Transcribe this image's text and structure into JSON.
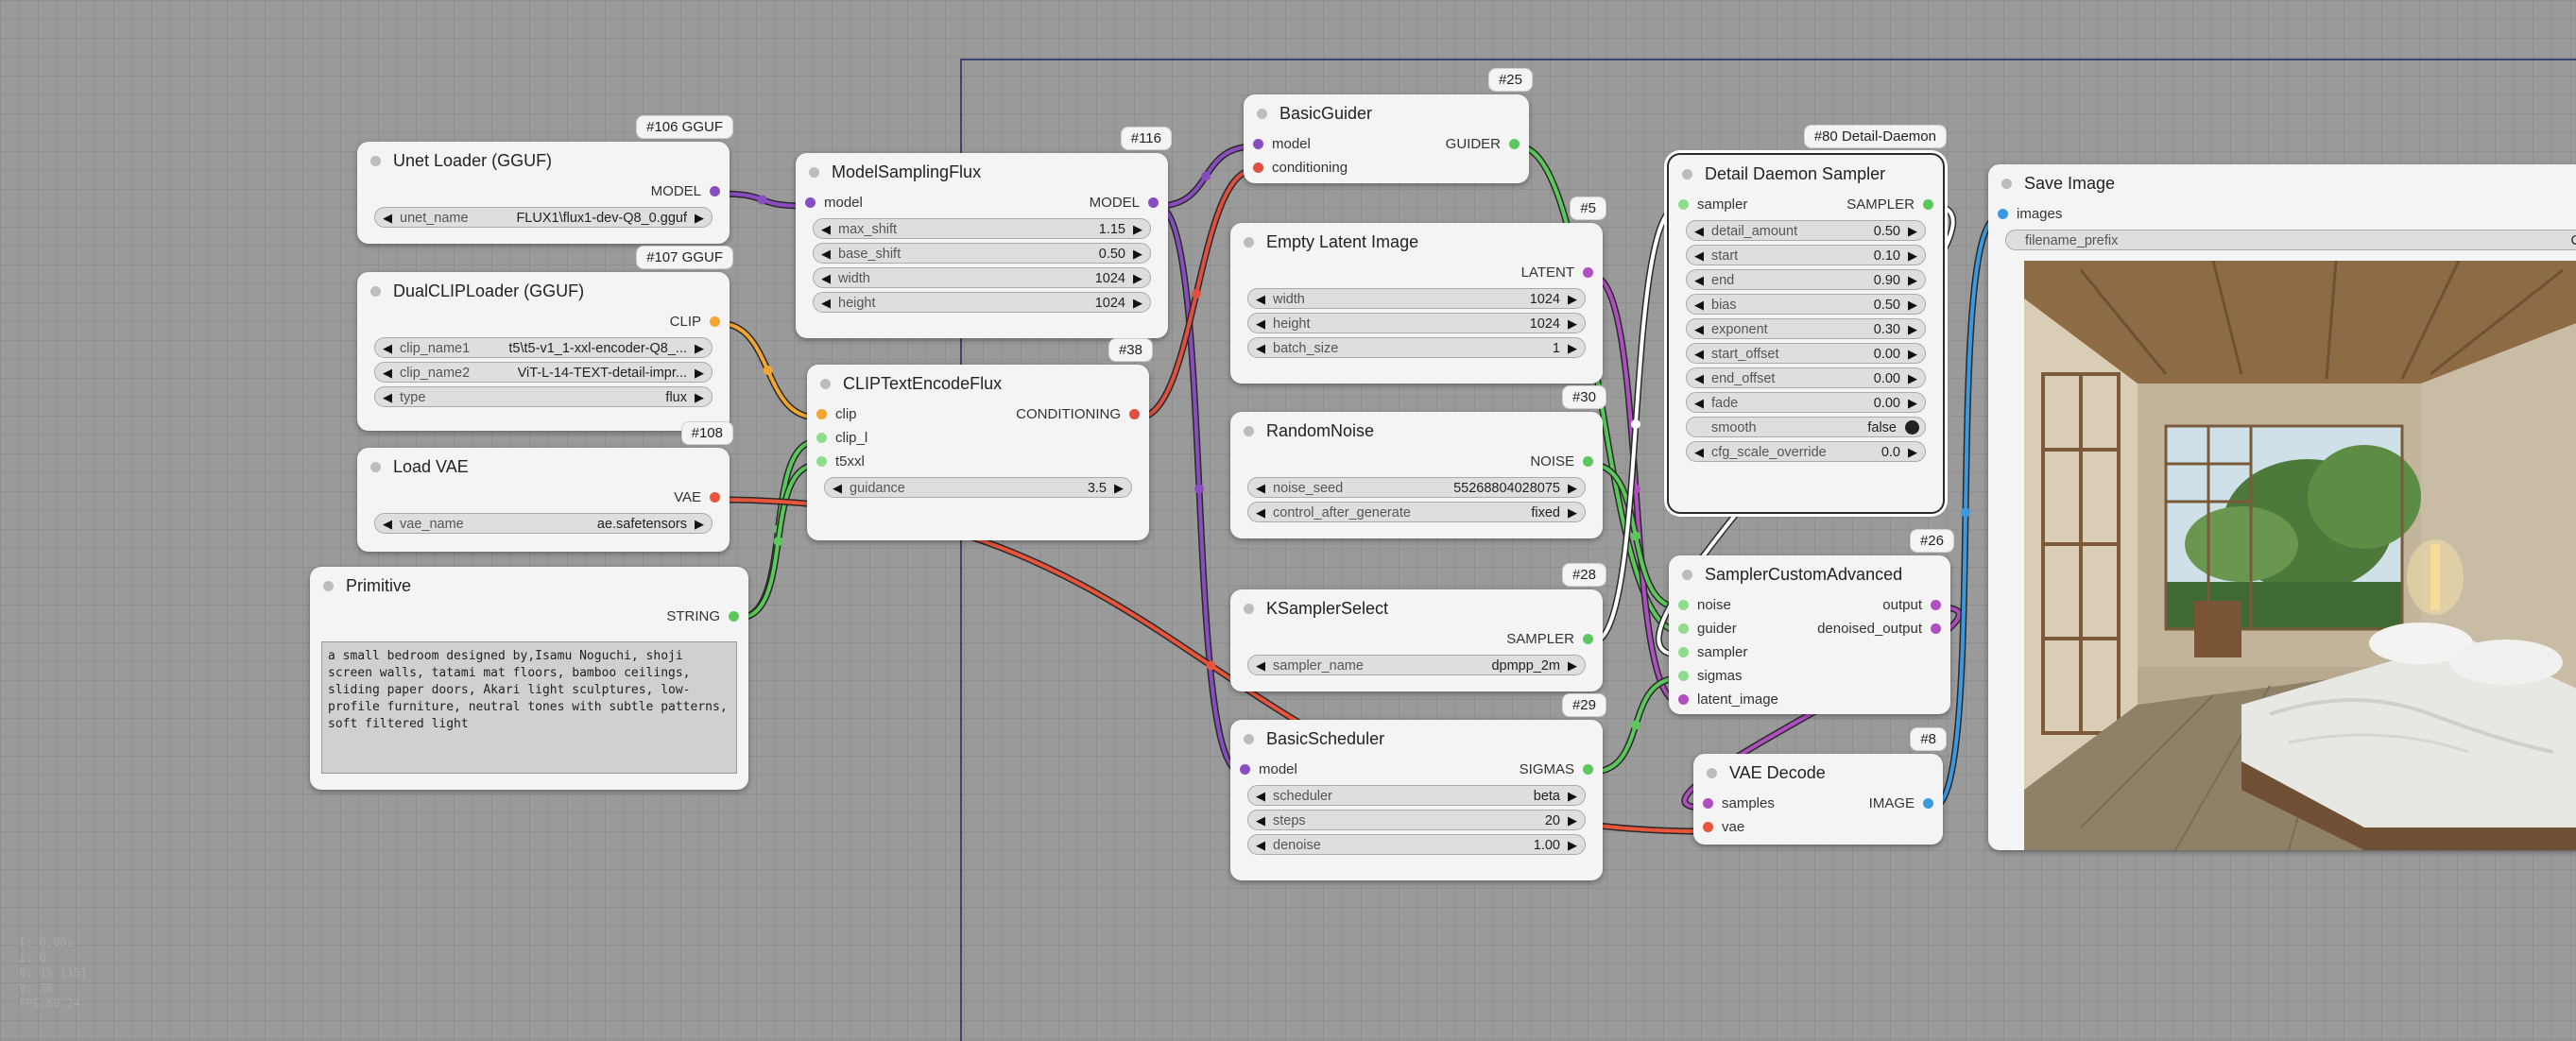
{
  "colors": {
    "model": "#8a4dbf",
    "clip": "#f2a530",
    "vae": "#e8553a",
    "conditioning": "#e05040",
    "string": "#5ac85a",
    "latent": "#b04fc0",
    "guider": "#5ac85a",
    "noise": "#5ac85a",
    "sampler": "#5ac85a",
    "sigmas": "#5ac85a",
    "image": "#3a9ae0",
    "wire_white": "#ffffff"
  },
  "nodes": {
    "unet": {
      "badge": "#106 GGUF",
      "title": "Unet Loader (GGUF)",
      "out": "MODEL",
      "w_unet_label": "unet_name",
      "w_unet_value": "FLUX1\\flux1-dev-Q8_0.gguf"
    },
    "dualclip": {
      "badge": "#107 GGUF",
      "title": "DualCLIPLoader (GGUF)",
      "out": "CLIP",
      "w1_label": "clip_name1",
      "w1_value": "t5\\t5-v1_1-xxl-encoder-Q8_...",
      "w2_label": "clip_name2",
      "w2_value": "ViT-L-14-TEXT-detail-impr...",
      "w3_label": "type",
      "w3_value": "flux"
    },
    "loadvae": {
      "badge": "#108",
      "title": "Load VAE",
      "out": "VAE",
      "w_label": "vae_name",
      "w_value": "ae.safetensors"
    },
    "primitive": {
      "title": "Primitive",
      "out": "STRING",
      "text": "a small bedroom designed by,Isamu Noguchi, shoji screen walls, tatami mat floors, bamboo ceilings, sliding paper doors, Akari light sculptures, low-profile furniture, neutral tones with subtle patterns, soft filtered light"
    },
    "msf": {
      "badge": "#116",
      "title": "ModelSamplingFlux",
      "in_model": "model",
      "out": "MODEL",
      "w1_label": "max_shift",
      "w1_value": "1.15",
      "w2_label": "base_shift",
      "w2_value": "0.50",
      "w3_label": "width",
      "w3_value": "1024",
      "w4_label": "height",
      "w4_value": "1024"
    },
    "clipenc": {
      "badge": "#38",
      "title": "CLIPTextEncodeFlux",
      "in_clip": "clip",
      "in_clipl": "clip_l",
      "in_t5": "t5xxl",
      "out": "CONDITIONING",
      "w_label": "guidance",
      "w_value": "3.5"
    },
    "guider": {
      "badge": "#25",
      "title": "BasicGuider",
      "in_model": "model",
      "in_cond": "conditioning",
      "out": "GUIDER"
    },
    "latent": {
      "badge": "#5",
      "title": "Empty Latent Image",
      "out": "LATENT",
      "w1_label": "width",
      "w1_value": "1024",
      "w2_label": "height",
      "w2_value": "1024",
      "w3_label": "batch_size",
      "w3_value": "1"
    },
    "noise": {
      "badge": "#30",
      "title": "RandomNoise",
      "out": "NOISE",
      "w1_label": "noise_seed",
      "w1_value": "552688040280​75",
      "w2_label": "control_after_generate",
      "w2_value": "fixed"
    },
    "ksampler": {
      "badge": "#28",
      "title": "KSamplerSelect",
      "out": "SAMPLER",
      "w_label": "sampler_name",
      "w_value": "dpmpp_2m"
    },
    "scheduler": {
      "badge": "#29",
      "title": "BasicScheduler",
      "in_model": "model",
      "out": "SIGMAS",
      "w1_label": "scheduler",
      "w1_value": "beta",
      "w2_label": "steps",
      "w2_value": "20",
      "w3_label": "denoise",
      "w3_value": "1.00"
    },
    "detail": {
      "badge": "#80 Detail-Daemon",
      "title": "Detail Daemon Sampler",
      "in_sampler": "sampler",
      "out": "SAMPLER",
      "w1_label": "detail_amount",
      "w1_value": "0.50",
      "w2_label": "start",
      "w2_value": "0.10",
      "w3_label": "end",
      "w3_value": "0.90",
      "w4_label": "bias",
      "w4_value": "0.50",
      "w5_label": "exponent",
      "w5_value": "0.30",
      "w6_label": "start_offset",
      "w6_value": "0.00",
      "w7_label": "end_offset",
      "w7_value": "0.00",
      "w8_label": "fade",
      "w8_value": "0.00",
      "w9_label": "smooth",
      "w9_value": "false",
      "w10_label": "cfg_scale_override",
      "w10_value": "0.0"
    },
    "sca": {
      "badge": "#26",
      "title": "SamplerCustomAdvanced",
      "in_noise": "noise",
      "in_guider": "guider",
      "in_sampler": "sampler",
      "in_sigmas": "sigmas",
      "in_latent": "latent_image",
      "out1": "output",
      "out2": "denoised_output"
    },
    "vaedecode": {
      "badge": "#8",
      "title": "VAE Decode",
      "in_samples": "samples",
      "in_vae": "vae",
      "out": "IMAGE"
    },
    "save": {
      "title": "Save Image",
      "in_images": "images",
      "w_label": "filename_prefix",
      "w_value": "Co"
    }
  },
  "stats": {
    "line1": "T: 0.00s",
    "line2": "I: 0",
    "line3": "N: 15 [15]",
    "line4": "V: 36",
    "line5": "FPS:60.24"
  }
}
